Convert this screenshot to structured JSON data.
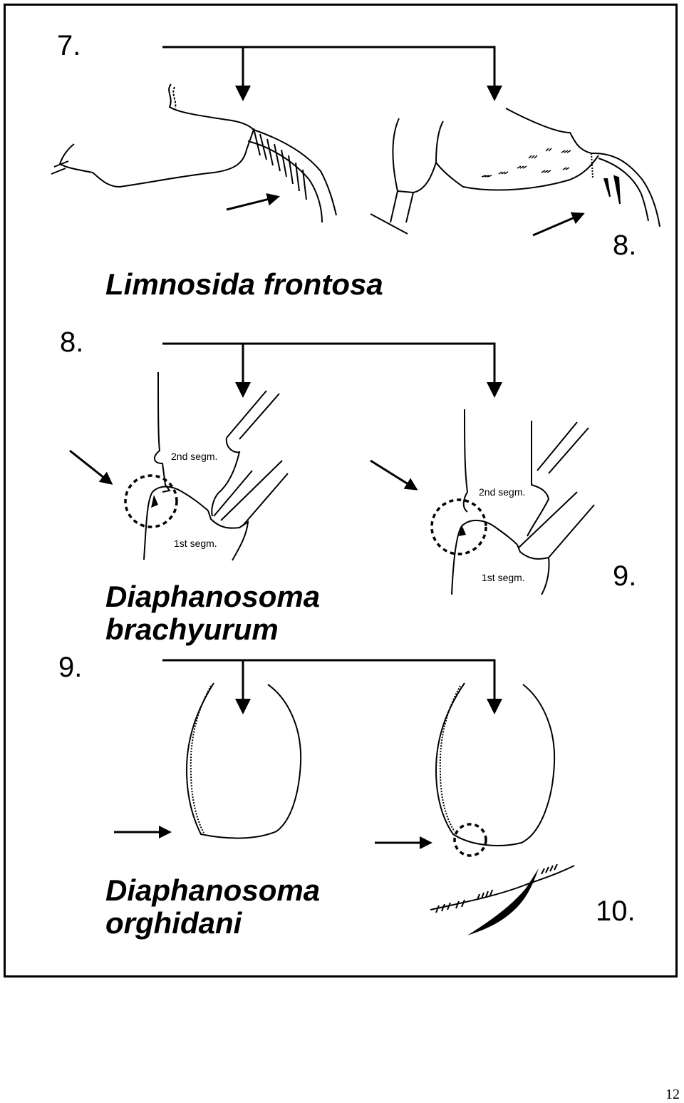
{
  "figure": {
    "panel_7": {
      "number": "7.",
      "species": "Limnosida frontosa",
      "marker_right": "8."
    },
    "panel_8": {
      "number": "8.",
      "species_line1": "Diaphanosoma",
      "species_line2": "brachyurum",
      "marker_right": "9.",
      "labels": {
        "a_2nd": "2nd segm.",
        "a_1st": "1st segm.",
        "b_2nd": "2nd segm.",
        "b_1st": "1st segm."
      }
    },
    "panel_9": {
      "number": "9.",
      "species_line1": "Diaphanosoma",
      "species_line2": "orghidani",
      "marker_right": "10."
    }
  },
  "page_number": "12",
  "colors": {
    "ink": "#000000",
    "background": "#ffffff"
  }
}
